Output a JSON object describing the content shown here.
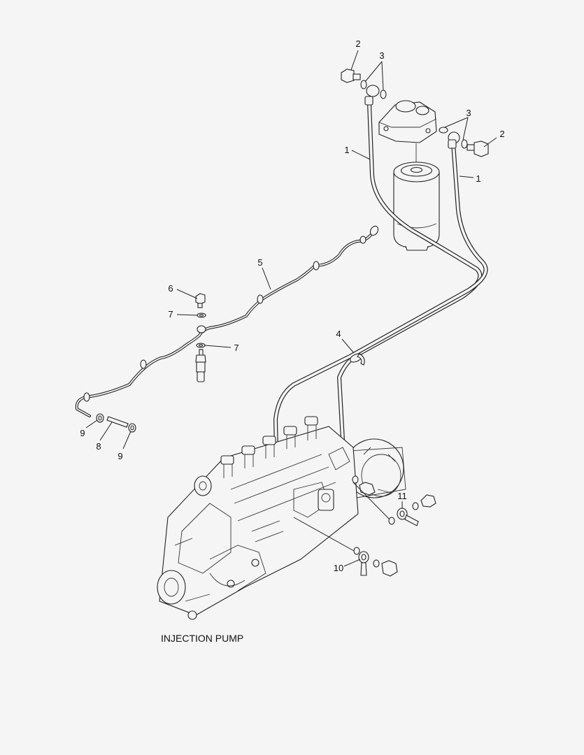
{
  "caption": "INJECTION PUMP",
  "callouts": {
    "c1a": "1",
    "c1b": "1",
    "c2a": "2",
    "c2b": "2",
    "c3a": "3",
    "c3b": "3",
    "c4": "4",
    "c5": "5",
    "c6": "6",
    "c7a": "7",
    "c7b": "7",
    "c8": "8",
    "c9a": "9",
    "c9b": "9",
    "c10": "10",
    "c11": "11"
  },
  "colors": {
    "background": "#f5f5f5",
    "linework": "#222222"
  }
}
